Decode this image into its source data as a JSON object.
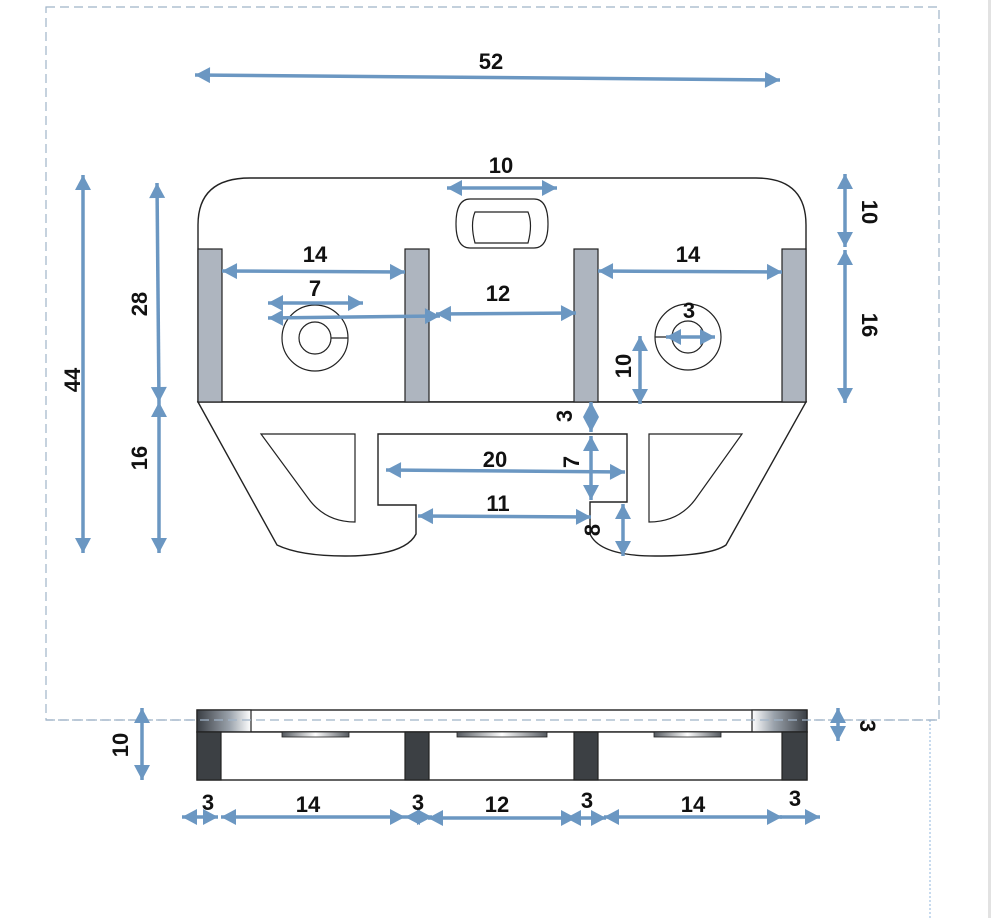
{
  "drawing": {
    "title": "Technical drawing of a bracket with dimensions",
    "units_note": "",
    "colors": {
      "dimension": "#6b97c2",
      "outline": "#222222",
      "post_fill": "#aeb5bf",
      "post_dark": "#3c4044",
      "frame": "#9fb3c8"
    },
    "top_view": {
      "dimensions": {
        "overall_width": "52",
        "slot_width": "10",
        "left_pocket_width": "14",
        "right_pocket_width": "14",
        "hole_offset": "7",
        "center_gap": "12",
        "hole_diameter": "3",
        "hole_height": "10",
        "upper_height": "28",
        "overall_height": "44",
        "lower_height": "16",
        "right_top_height": "10",
        "right_pocket_height": "16",
        "rib_thickness": "3",
        "slot_depth": "7",
        "inner_slot_width": "20",
        "lower_opening": "11",
        "hook_height": "8"
      }
    },
    "side_view": {
      "dimensions": {
        "height": "10",
        "top_thickness": "3",
        "wall_left": "3",
        "pocket_left": "14",
        "wall_mid_left": "3",
        "center_gap": "12",
        "wall_mid_right": "3",
        "pocket_right": "14",
        "wall_right": "3"
      }
    }
  }
}
